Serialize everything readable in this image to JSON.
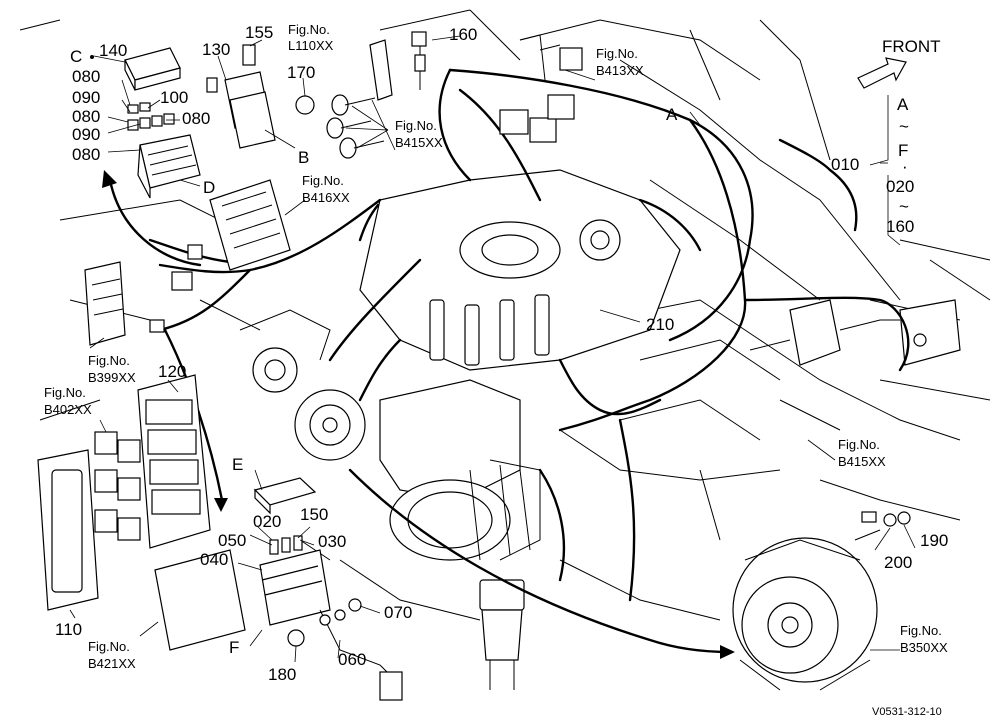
{
  "front_label": "FRONT",
  "callouts": {
    "c010": "010",
    "c020": "020",
    "c030": "030",
    "c040": "040",
    "c050": "050",
    "c060": "060",
    "c070": "070",
    "c080a": "080",
    "c080b": "080",
    "c080c": "080",
    "c080d": "080",
    "c090a": "090",
    "c090b": "090",
    "c100": "100",
    "c110": "110",
    "c120": "120",
    "c130": "130",
    "c140": "140",
    "c150": "150",
    "c155": "155",
    "c160a": "160",
    "c160b": "160",
    "c170": "170",
    "c180": "180",
    "c190": "190",
    "c200": "200",
    "c210": "210"
  },
  "letters": {
    "A1": "A",
    "A2": "A",
    "B": "B",
    "C": "C",
    "D": "D",
    "E": "E",
    "F1": "F",
    "F2": "F"
  },
  "range": {
    "tilde1": "~",
    "dot": "·",
    "tilde2": "~"
  },
  "fig_refs": [
    {
      "key": "L110",
      "label": "Fig.No.",
      "code": "L110XX"
    },
    {
      "key": "B413",
      "label": "Fig.No.",
      "code": "B413XX"
    },
    {
      "key": "B415a",
      "label": "Fig.No.",
      "code": "B415XX"
    },
    {
      "key": "B416",
      "label": "Fig.No.",
      "code": "B416XX"
    },
    {
      "key": "B399",
      "label": "Fig.No.",
      "code": "B399XX"
    },
    {
      "key": "B402",
      "label": "Fig.No.",
      "code": "B402XX"
    },
    {
      "key": "B415b",
      "label": "Fig.No.",
      "code": "B415XX"
    },
    {
      "key": "B421",
      "label": "Fig.No.",
      "code": "B421XX"
    },
    {
      "key": "B350",
      "label": "Fig.No.",
      "code": "B350XX"
    }
  ],
  "drawing_code": "V0531-312-10"
}
